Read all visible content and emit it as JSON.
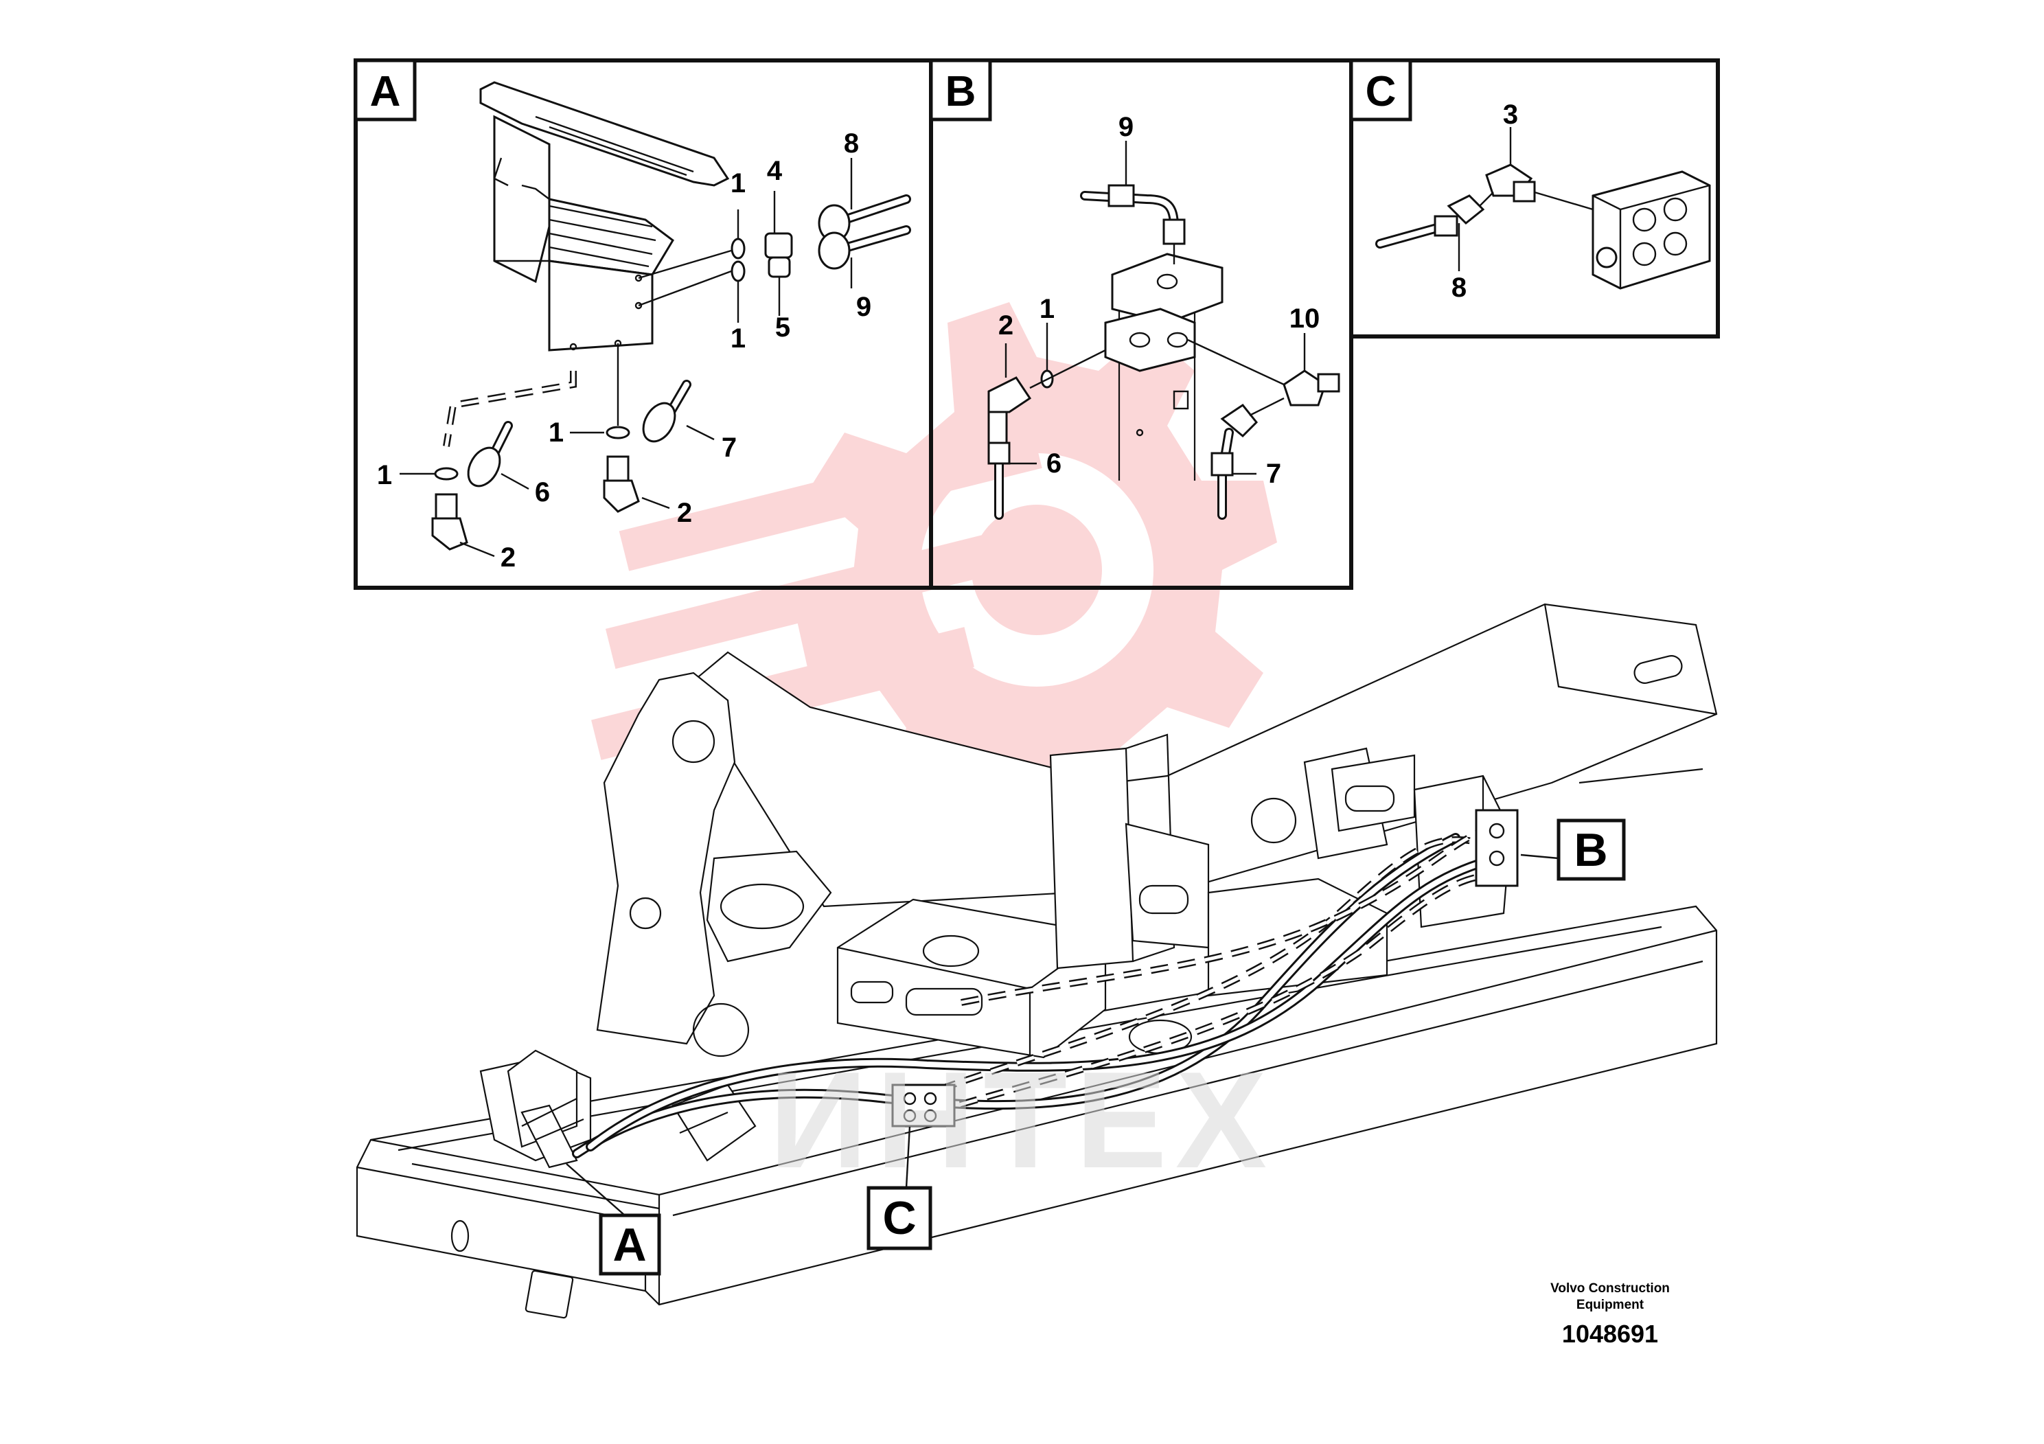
{
  "diagram": {
    "panels": [
      {
        "id": "A",
        "letter": "A"
      },
      {
        "id": "B",
        "letter": "B"
      },
      {
        "id": "C",
        "letter": "C"
      }
    ],
    "panel_a_labels": [
      "1",
      "4",
      "8",
      "1",
      "5",
      "9",
      "1",
      "7",
      "1",
      "6",
      "2",
      "2"
    ],
    "panel_b_labels": [
      "9",
      "2",
      "1",
      "10",
      "6",
      "7"
    ],
    "panel_c_labels": [
      "3",
      "8"
    ],
    "callouts": [
      {
        "letter": "A"
      },
      {
        "letter": "B"
      },
      {
        "letter": "C"
      }
    ],
    "brand_line1": "Volvo Construction",
    "brand_line2": "Equipment",
    "doc_id": "1048691",
    "watermark_text": "ИНТЕХ",
    "colors": {
      "watermark": "#ee4b50",
      "ink": "#111111",
      "background": "#ffffff"
    }
  }
}
